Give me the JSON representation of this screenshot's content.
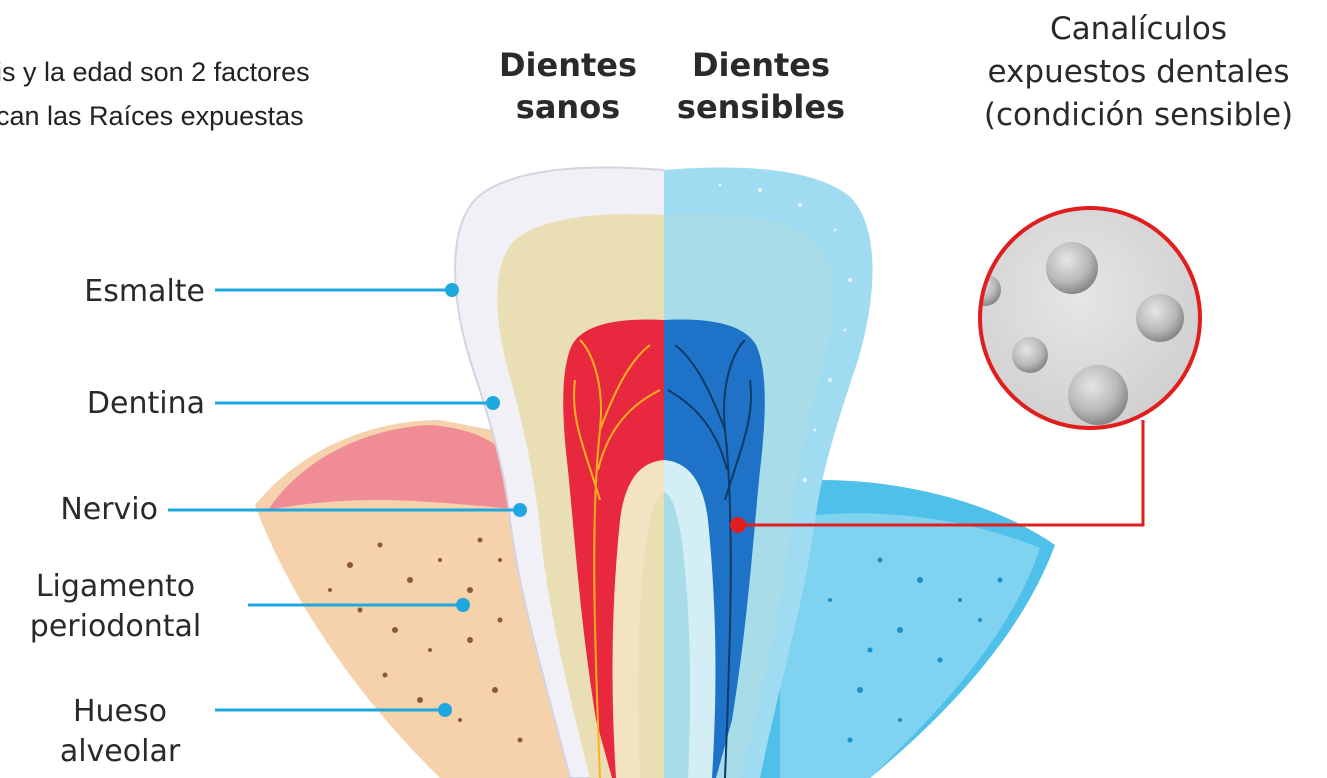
{
  "intro": {
    "line1": "is y la edad son 2 factores",
    "line2": "can las Raíces expuestas"
  },
  "columns": {
    "healthy": {
      "line1": "Dientes",
      "line2": "sanos"
    },
    "sensitive": {
      "line1": "Dientes",
      "line2": "sensibles"
    }
  },
  "labels": {
    "enamel": "Esmalte",
    "dentin": "Dentina",
    "nerve": "Nervio",
    "ligament_line1": "Ligamento",
    "ligament_line2": "periodontal",
    "bone_line1": "Hueso",
    "bone_line2": "alveolar"
  },
  "callout": {
    "line1": "Canalículos",
    "line2": "expuestos dentales",
    "line3": "(condición sensible)"
  },
  "colors": {
    "leader_line": "#1fa7df",
    "callout_line": "#e01e1e",
    "enamel_healthy": "#f1f0f6",
    "enamel_sensitive": "#9fdcf2",
    "dentin_healthy": "#eadfb4",
    "dentin_sensitive": "#a7dce8",
    "pulp_healthy": "#e8283f",
    "pulp_sensitive": "#1e73c8",
    "gum_healthy": "#f08c96",
    "bone_healthy": "#f5d2ac",
    "bone_sensitive": "#4fc0ea"
  }
}
